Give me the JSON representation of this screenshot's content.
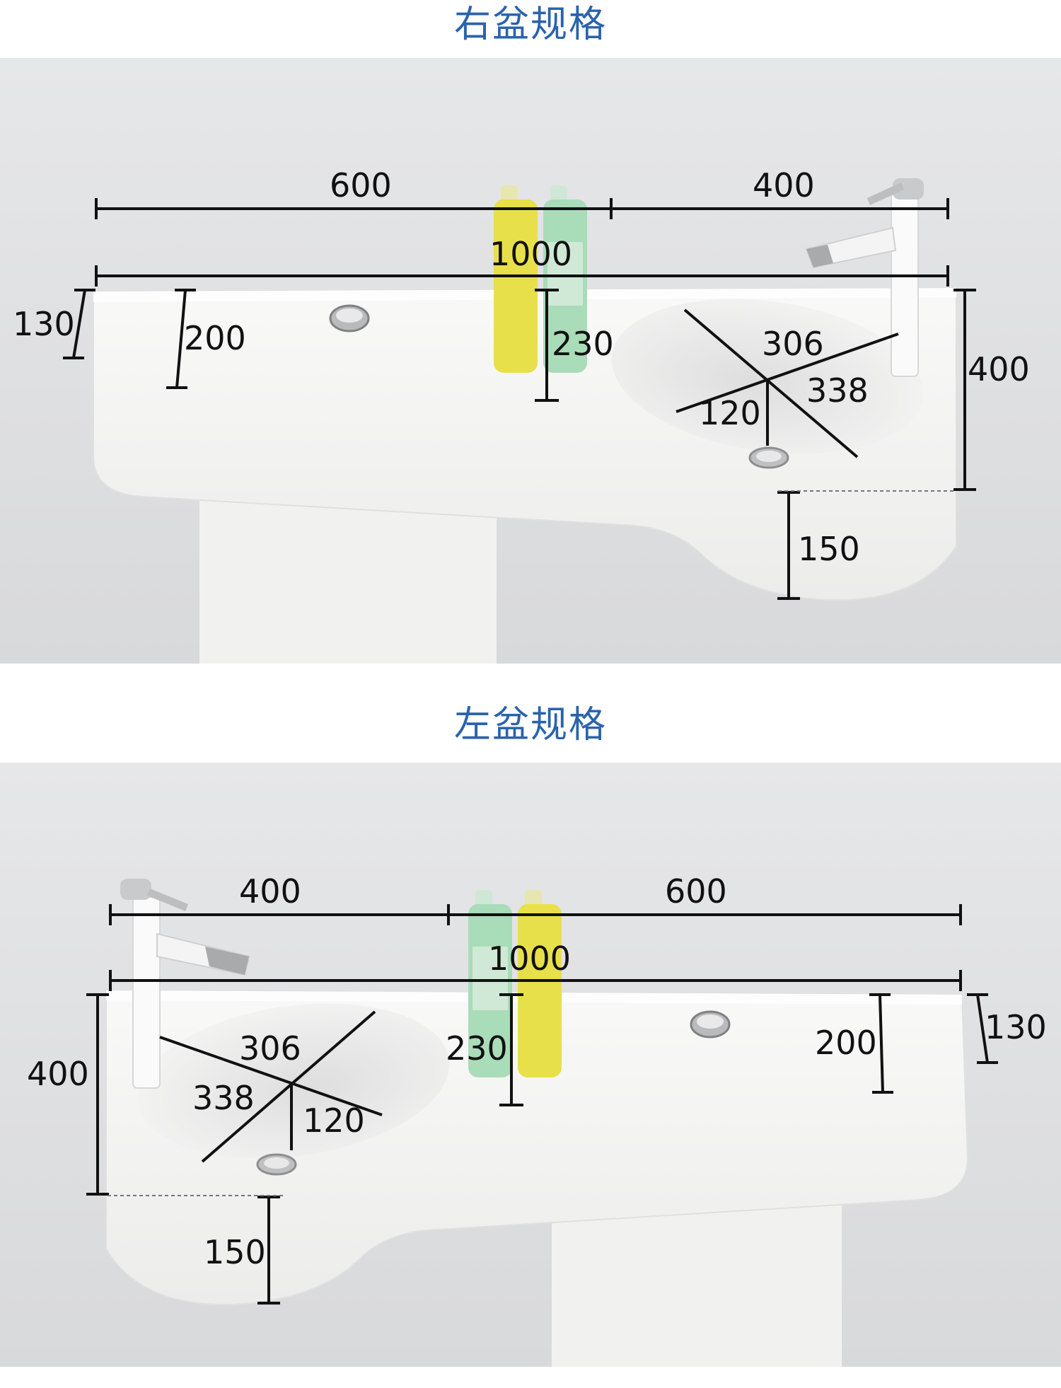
{
  "sections": {
    "right": {
      "title": "右盆规格",
      "dims": {
        "left_width": "600",
        "right_width": "400",
        "total_width": "1000",
        "end_thickness": "130",
        "shelf_depth": "200",
        "depth_mid": "230",
        "total_depth": "400",
        "bowl_span": "306",
        "bowl_diag": "338",
        "bowl_depth": "120",
        "bowl_bottom": "150"
      }
    },
    "left": {
      "title": "左盆规格",
      "dims": {
        "left_width": "400",
        "right_width": "600",
        "total_width": "1000",
        "end_thickness": "130",
        "shelf_depth": "200",
        "depth_mid": "230",
        "total_depth": "400",
        "bowl_span": "306",
        "bowl_diag": "338",
        "bowl_depth": "120",
        "bowl_bottom": "150"
      }
    }
  },
  "colors": {
    "heading": "#2a63ad",
    "wall": "#e2e3e5",
    "basin": "#f7f7f6",
    "dimension_line": "#111111"
  },
  "icons": [
    "faucet-icon",
    "drain-icon",
    "bottle-icon"
  ]
}
